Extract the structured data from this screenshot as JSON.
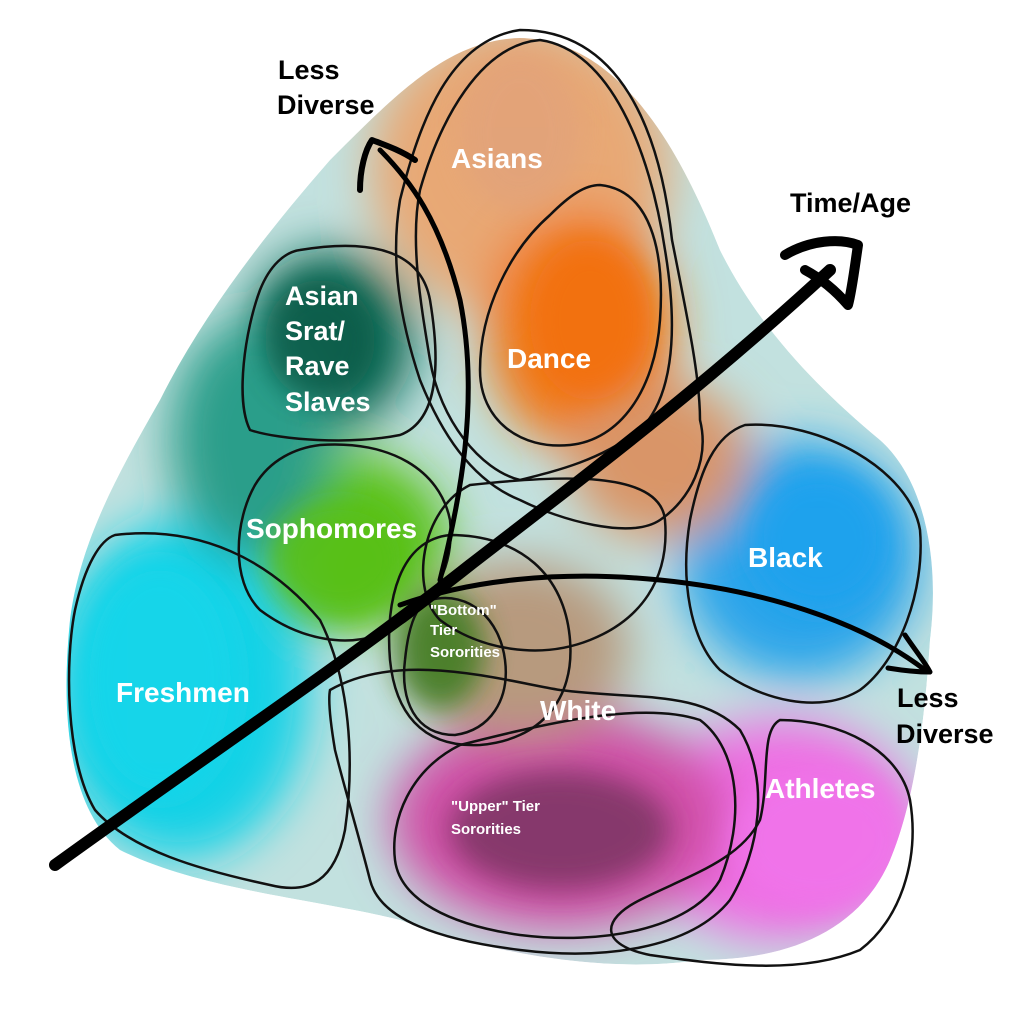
{
  "axes": {
    "vertical_arrow": {
      "label_line1": "Less",
      "label_line2": "Diverse"
    },
    "diagonal_arrow": {
      "label": "Time/Age"
    },
    "horizontal_arrow": {
      "label_line1": "Less",
      "label_line2": "Diverse"
    }
  },
  "clusters": {
    "asians": {
      "label": "Asians",
      "color": "#e8a874"
    },
    "dance": {
      "label": "Dance",
      "color": "#f07a1e"
    },
    "asian_srat": {
      "line1": "Asian",
      "line2": "Srat/",
      "line3": "Rave",
      "line4": "Slaves",
      "color": "#0f6b55"
    },
    "sophomores": {
      "label": "Sophomores",
      "color": "#5cc21a"
    },
    "bottom_tier": {
      "line1": "\"Bottom\"",
      "line2": "Tier",
      "line3": "Sororities",
      "color": "#3d7d1c"
    },
    "freshmen": {
      "label": "Freshmen",
      "color": "#16d2e6"
    },
    "black": {
      "label": "Black",
      "color": "#2aa4ea"
    },
    "white": {
      "label": "White",
      "color": "#b98fa8"
    },
    "upper_tier": {
      "line1": "\"Upper\" Tier",
      "line2": "Sororities",
      "color": "#5e2e4c"
    },
    "athletes": {
      "label": "Athletes",
      "color": "#ee6ee3"
    }
  }
}
